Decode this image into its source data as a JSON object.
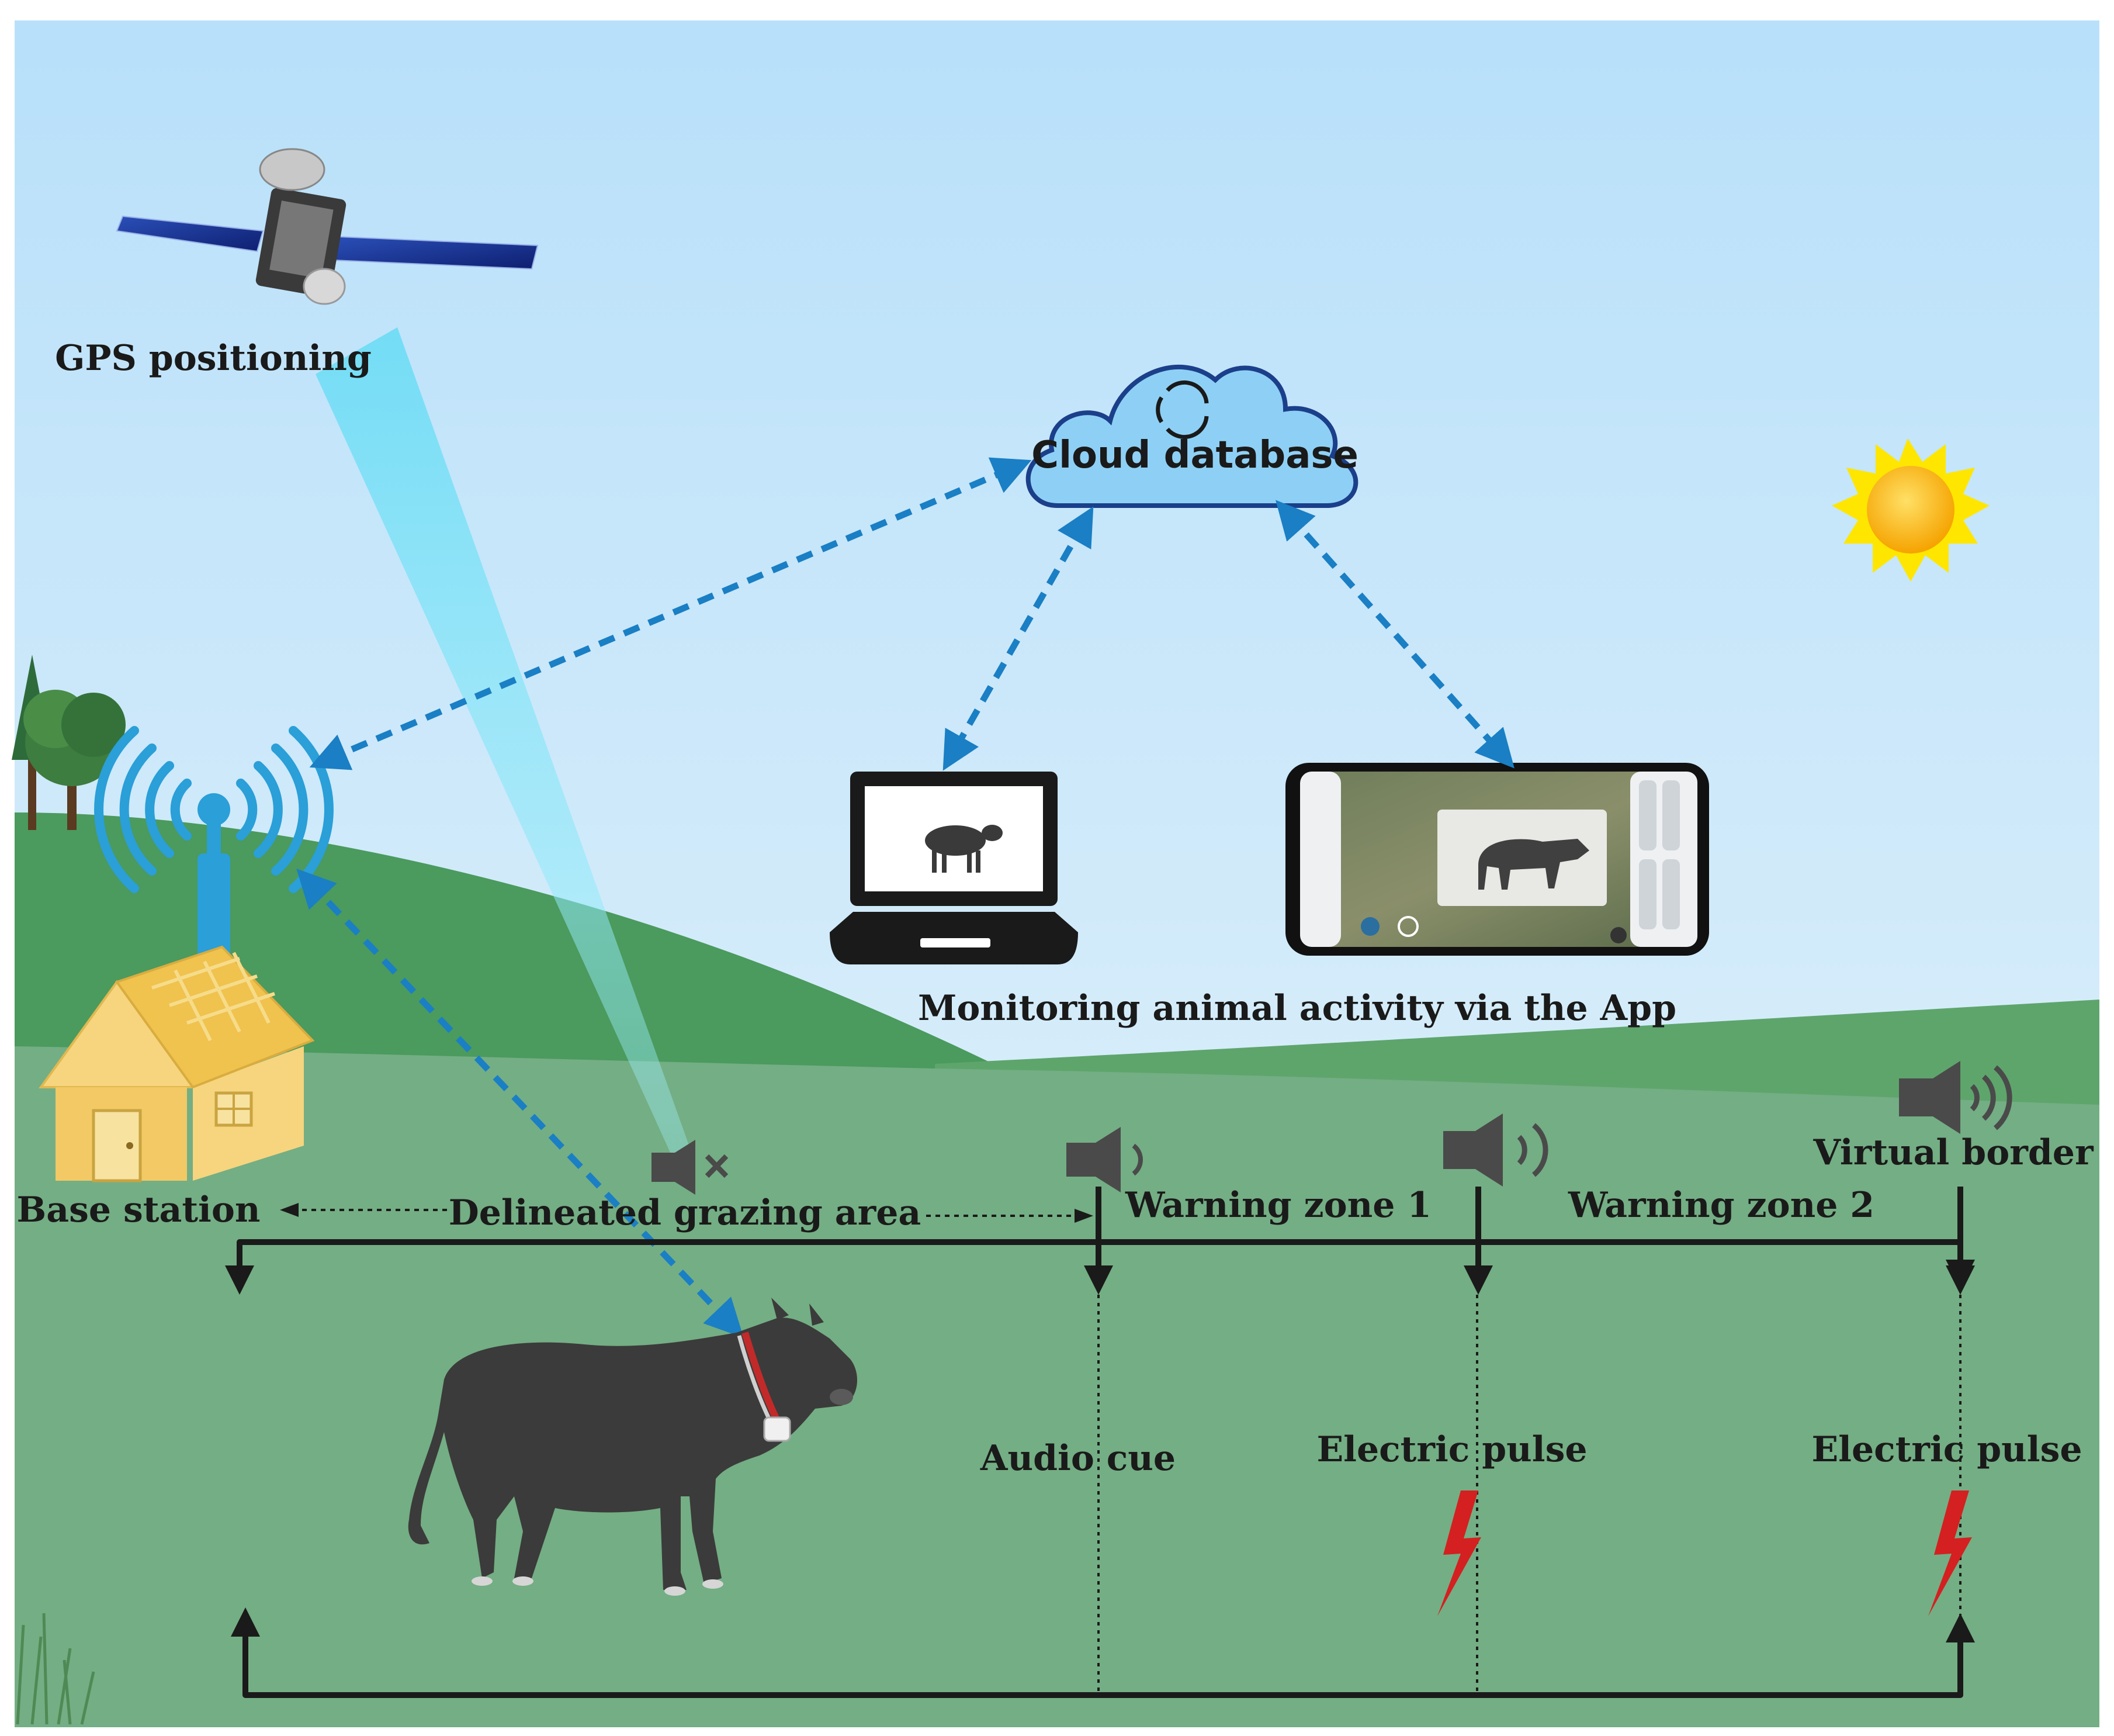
{
  "labels": {
    "gps": "GPS positioning",
    "cloud": "Cloud database",
    "monitoring": "Monitoring animal activity via the App",
    "base_station": "Base station",
    "grazing_area": "Delineated grazing area",
    "warning_zone_1": "Warning zone 1",
    "warning_zone_2": "Warning zone 2",
    "virtual_border": "Virtual border",
    "audio_cue": "Audio cue",
    "electric_pulse_1": "Electric  pulse",
    "electric_pulse_2": "Electric  pulse"
  },
  "colors": {
    "sky_top": "#bfe3fb",
    "sky_bottom": "#e6f3fa",
    "hill_dark": "#4b9a5e",
    "field": "#74ae84",
    "link_arrow": "#1a7fc4",
    "cloud_fill": "#8ed0f5",
    "tower": "#2a9fd8",
    "house": "#f2c964",
    "bolt": "#d42020",
    "speaker": "#4a4a4a"
  },
  "icons": [
    "satellite-icon",
    "cloud-sync-icon",
    "sun-icon",
    "tower-icon",
    "house-icon",
    "laptop-icon",
    "phone-icon",
    "cow-icon",
    "speaker-muted-icon",
    "speaker-icon",
    "lightning-icon",
    "tree-icon"
  ]
}
